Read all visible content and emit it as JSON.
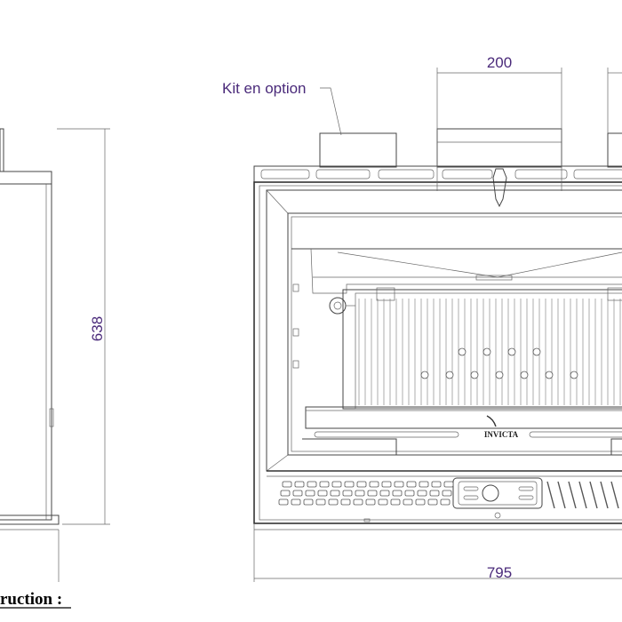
{
  "labels": {
    "kit_option": "Kit en option",
    "brand": "INVICTA",
    "footer_text": "ruction :"
  },
  "dimensions": {
    "height": "638",
    "width": "795",
    "flue": "200"
  },
  "colors": {
    "dimension_text": "#4a2a7a",
    "line": "#444444"
  }
}
